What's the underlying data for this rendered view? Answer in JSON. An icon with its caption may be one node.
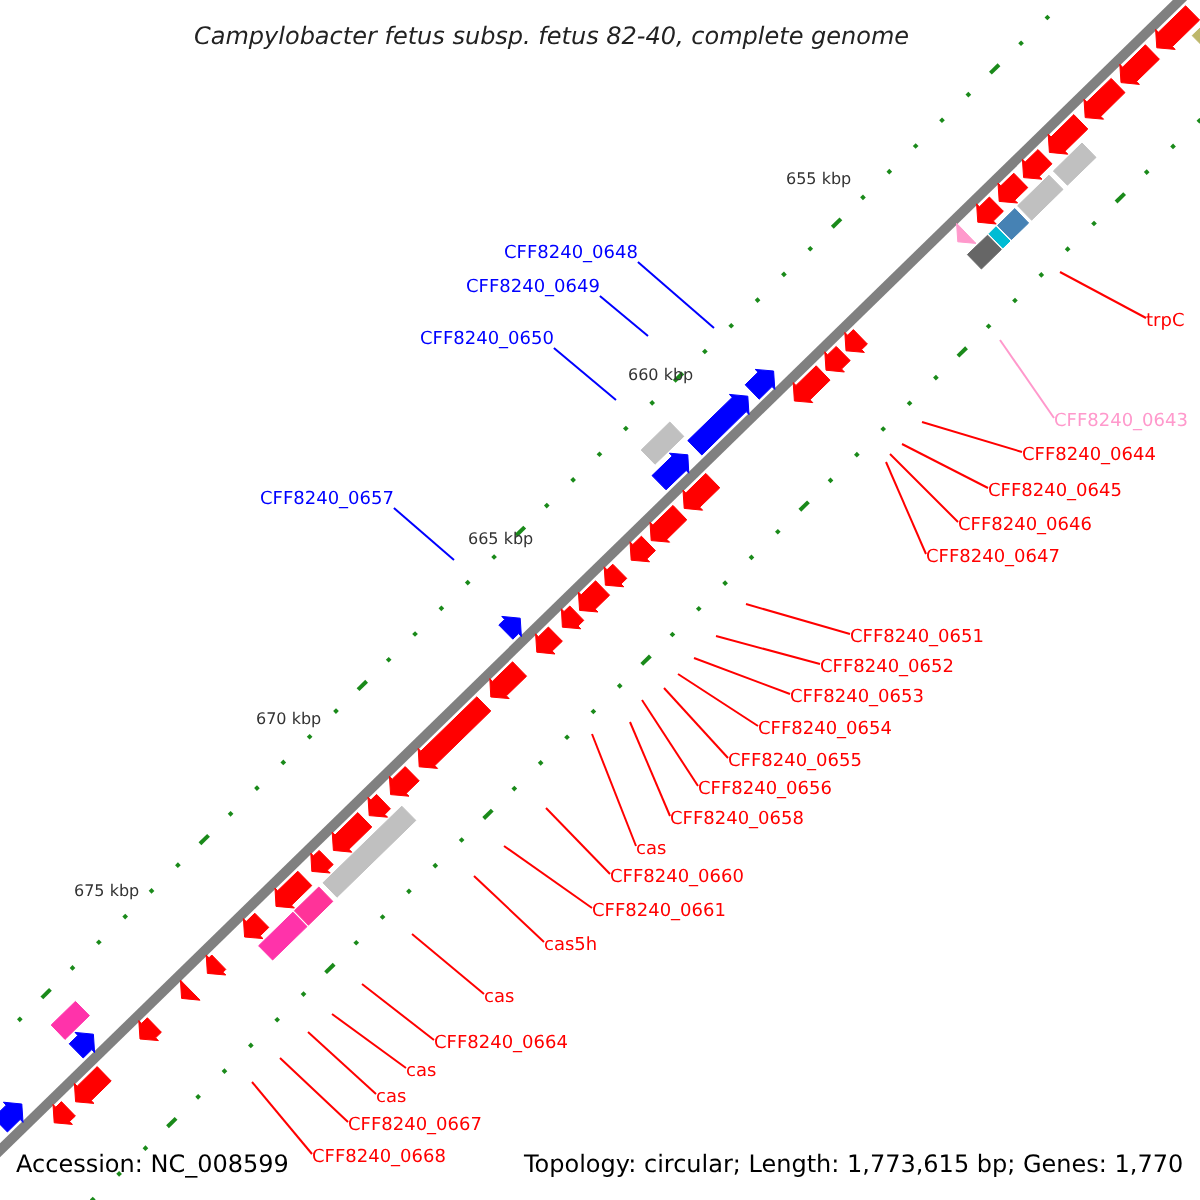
{
  "diagram": {
    "title": "Campylobacter fetus subsp. fetus 82-40, complete genome",
    "nodes": [
      {
        "text": [
          "CFF8240_0648"
        ]
      },
      {
        "text": [
          "CFF8240_0649"
        ]
      },
      {
        "text": [
          "trpC"
        ]
      },
      {
        "text": [
          "CFF8240_0650"
        ]
      },
      {
        "text": [
          "CFF8240_0643"
        ]
      },
      {
        "text": [
          "CFF8240_0644"
        ]
      },
      {
        "text": [
          "CFF8240_0645"
        ]
      },
      {
        "text": [
          "CFF8240_0657"
        ]
      },
      {
        "text": [
          "CFF8240_0646"
        ]
      },
      {
        "text": [
          "CFF8240_0647"
        ]
      },
      {
        "text": [
          "CFF8240_0651"
        ]
      },
      {
        "text": [
          "CFF8240_0652"
        ]
      },
      {
        "text": [
          "CFF8240_0653"
        ]
      },
      {
        "text": [
          "CFF8240_0654"
        ]
      },
      {
        "text": [
          "CFF8240_0655"
        ]
      },
      {
        "text": [
          "CFF8240_0656"
        ]
      },
      {
        "text": [
          "CFF8240_0658"
        ]
      },
      {
        "text": [
          "cas"
        ]
      },
      {
        "text": [
          "CFF8240_0660"
        ]
      },
      {
        "text": [
          "CFF8240_0661"
        ]
      },
      {
        "text": [
          "cas5h"
        ]
      },
      {
        "text": [
          "cas"
        ]
      },
      {
        "text": [
          "CFF8240_0664"
        ]
      },
      {
        "text": [
          "cas"
        ]
      },
      {
        "text": [
          "cas"
        ]
      },
      {
        "text": [
          "CFF8240_0667"
        ]
      },
      {
        "text": [
          "CFF8240_0668"
        ]
      }
    ],
    "edges": [
      {
        "from": 0,
        "to": null,
        "arrow": "none",
        "color": "#0000ff"
      },
      {
        "from": 1,
        "to": null,
        "arrow": "none",
        "color": "#0000ff"
      },
      {
        "from": 2,
        "to": null,
        "arrow": "none"
      },
      {
        "from": 3,
        "to": null,
        "arrow": "none",
        "color": "#0000ff"
      },
      {
        "from": 4,
        "to": null,
        "arrow": "none",
        "color": "#ff99cc"
      },
      {
        "from": 5,
        "to": null,
        "arrow": "none"
      },
      {
        "from": 6,
        "to": null,
        "arrow": "none"
      },
      {
        "from": 7,
        "to": null,
        "arrow": "none",
        "color": "#0000ff"
      },
      {
        "from": 8,
        "to": null,
        "arrow": "none"
      },
      {
        "from": 9,
        "to": null,
        "arrow": "none"
      },
      {
        "from": 10,
        "to": null,
        "arrow": "none"
      },
      {
        "from": 11,
        "to": null,
        "arrow": "none"
      },
      {
        "from": 12,
        "to": null,
        "arrow": "none"
      },
      {
        "from": 13,
        "to": null,
        "arrow": "none"
      },
      {
        "from": 14,
        "to": null,
        "arrow": "none"
      },
      {
        "from": 15,
        "to": null,
        "arrow": "none"
      },
      {
        "from": 16,
        "to": null,
        "arrow": "none"
      },
      {
        "from": 17,
        "to": null,
        "arrow": "none"
      },
      {
        "from": 18,
        "to": null,
        "arrow": "none"
      },
      {
        "from": 19,
        "to": null,
        "arrow": "none"
      },
      {
        "from": 20,
        "to": null,
        "arrow": "none"
      },
      {
        "from": 21,
        "to": null,
        "arrow": "none"
      },
      {
        "from": 22,
        "to": null,
        "arrow": "none"
      },
      {
        "from": 23,
        "to": null,
        "arrow": "none"
      },
      {
        "from": 24,
        "to": null,
        "arrow": "none"
      },
      {
        "from": 25,
        "to": null,
        "arrow": "none"
      },
      {
        "from": 26,
        "to": null,
        "arrow": "none"
      }
    ],
    "labels": [
      "655 kbp",
      "660 kbp",
      "665 kbp",
      "670 kbp",
      "675 kbp",
      "Accession: NC_008599",
      "Topology: circular; Length: 1,773,615 bp; Genes: 1,770"
    ]
  }
}
